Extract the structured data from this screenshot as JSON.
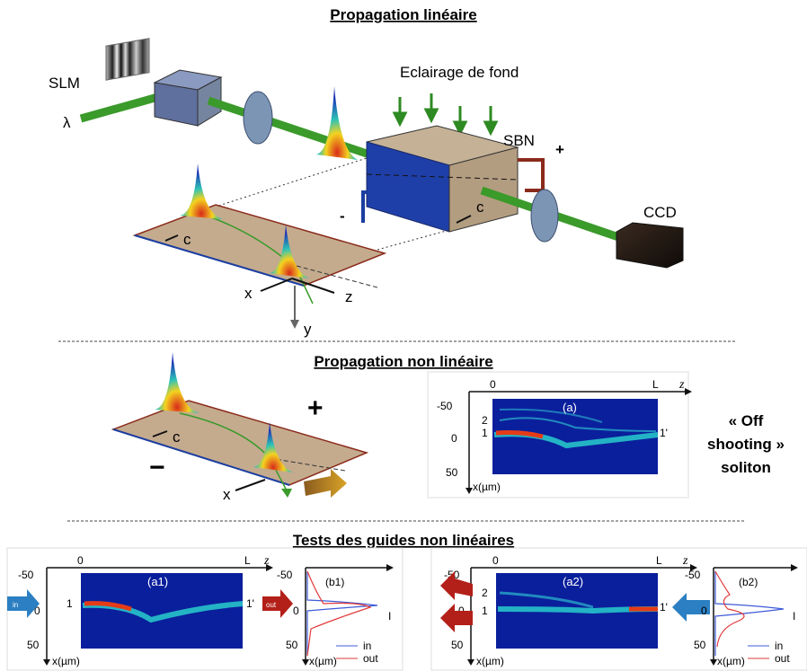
{
  "titles": {
    "linear": "Propagation linéaire",
    "nonlinear": "Propagation non linéaire",
    "tests": "Tests des guides non linéaires"
  },
  "setup": {
    "slm": "SLM",
    "lambda": "λ",
    "background": "Eclairage de fond",
    "sbn": "SBN",
    "plus": "+",
    "minus": "-",
    "c": "c",
    "ccd": "CCD",
    "x": "x",
    "y": "y",
    "z": "z"
  },
  "nonlinear": {
    "plus": "+",
    "minus": "−",
    "c": "c",
    "x": "x",
    "caption_line1": "« Off",
    "caption_line2": "shooting »",
    "caption_line3": "soliton"
  },
  "plot_a": {
    "tag": "(a)",
    "x0": "0",
    "xL": "L",
    "xaxis": "z",
    "yticks": [
      "-50",
      "0",
      "50"
    ],
    "yaxis": "x(µm)",
    "marks": [
      "2",
      "1",
      "1'"
    ]
  },
  "plot_a1": {
    "tag": "(a1)",
    "x0": "0",
    "xL": "L",
    "xaxis": "z",
    "yticks": [
      "-50",
      "0",
      "50"
    ],
    "yaxis": "x(µm)",
    "marks": [
      "1",
      "1'"
    ],
    "in_label": "in"
  },
  "plot_b1": {
    "tag": "(b1)",
    "yticks": [
      "-50",
      "0",
      "50"
    ],
    "yaxis": "x(µm)",
    "iaxis": "I",
    "out_label": "out",
    "legend": [
      "in",
      "out"
    ]
  },
  "plot_a2": {
    "tag": "(a2)",
    "x0": "0",
    "xL": "L",
    "xaxis": "z",
    "yticks": [
      "-50",
      "0",
      "50"
    ],
    "yaxis": "x(µm)",
    "marks": [
      "2",
      "1",
      "1'"
    ]
  },
  "plot_b2": {
    "tag": "(b2)",
    "yticks": [
      "-50",
      "0",
      "50"
    ],
    "yaxis": "x(µm)",
    "iaxis": "I",
    "legend": [
      "in",
      "out"
    ]
  },
  "colors": {
    "beam": "#3a9a2a",
    "crystal": "#b9a58c",
    "crystal_front": "#1f3fa8",
    "electrode_plus": "#a8201a",
    "electrode_minus": "#1b3ea0",
    "in_curve": "#3d5bd8",
    "out_curve": "#e23a3a"
  }
}
